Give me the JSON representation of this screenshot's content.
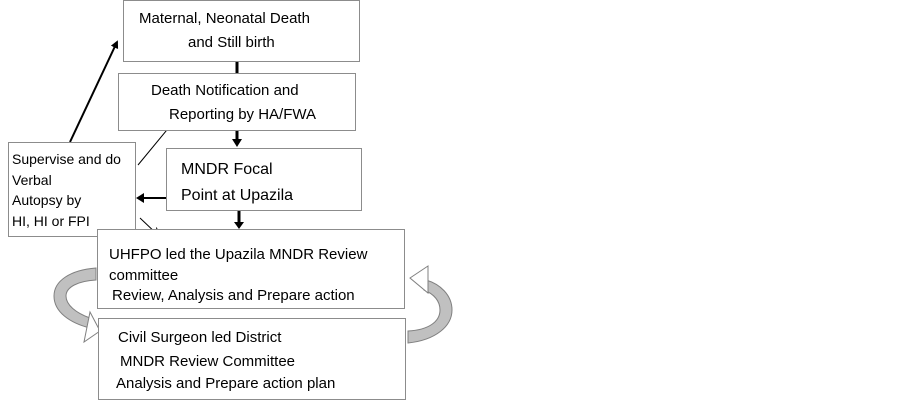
{
  "diagram": {
    "nodes": {
      "mortality": {
        "lines": [
          "Maternal,  Neonatal Death",
          "and Still birth"
        ]
      },
      "notification": {
        "lines": [
          "Death  Notification  and",
          "Reporting by HA/FWA"
        ]
      },
      "focal_point": {
        "lines": [
          "MNDR   Focal",
          "Point at Upazila"
        ]
      },
      "verbal_autopsy": {
        "lines": [
          "Supervise and do",
          "Verbal",
          "Autopsy by",
          "HI, HI or FPI"
        ]
      },
      "upazila_committee": {
        "lines": [
          "UHFPO led the Upazila MNDR Review",
          "committee",
          "Review, Analysis and Prepare action"
        ]
      },
      "district_committee": {
        "lines": [
          "Civil Surgeon led District",
          "MNDR Review Committee",
          "Analysis and Prepare action plan"
        ]
      }
    },
    "colors": {
      "box_border": "#8c8c8c",
      "arrow": "#000000",
      "cycle_arrow_fill": "#c0c0c0",
      "cycle_arrow_outline": "#808080"
    }
  }
}
